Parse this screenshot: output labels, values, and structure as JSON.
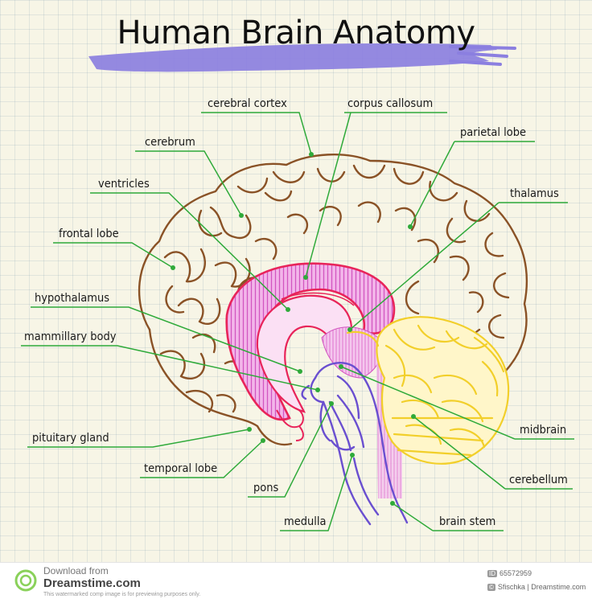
{
  "title": "Human Brain Anatomy",
  "labels": {
    "cerebral_cortex": "cerebral cortex",
    "corpus_callosum": "corpus callosum",
    "cerebrum": "cerebrum",
    "parietal_lobe": "parietal lobe",
    "ventricles": "ventricles",
    "thalamus": "thalamus",
    "frontal_lobe": "frontal lobe",
    "hypothalamus": "hypothalamus",
    "mammillary_body": "mammillary body",
    "pituitary_gland": "pituitary gland",
    "temporal_lobe": "temporal lobe",
    "pons": "pons",
    "medulla": "medulla",
    "midbrain": "midbrain",
    "cerebellum": "cerebellum",
    "brain_stem": "brain stem"
  },
  "footer": {
    "download_from": "Download from",
    "site": "Dreamstime.com",
    "disclaimer": "This watermarked comp image is for previewing purposes only.",
    "id_badge": "ID",
    "id_number": "65572959",
    "author_badge": "©",
    "author": "Sfischka | Dreamstime.com"
  },
  "colors": {
    "brain_outline": "#8a5226",
    "pointer_line": "#2faa3a",
    "label_underline": "#2faa3a",
    "highlight": "#8b7fe0",
    "ventricle": "#e8245a",
    "ventricle_fill": "#e77ad0",
    "brain_stem": "#6a4fd0",
    "cerebellum": "#f2cf2a"
  }
}
